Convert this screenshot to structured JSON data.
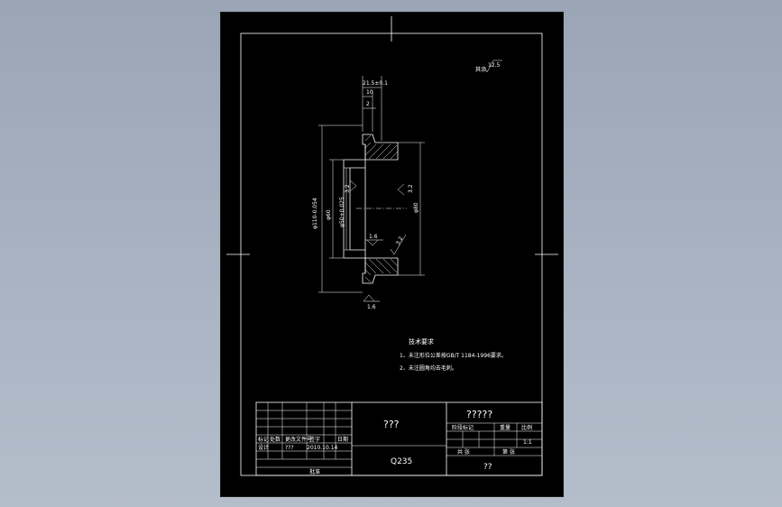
{
  "colors": {
    "background": "#9aa5b6",
    "sheet": "#000000",
    "lines": "#ffffff"
  },
  "roughness": {
    "other": "12.5",
    "r1": "3.2",
    "r2": "3.2",
    "r3": "1.6",
    "r4": "3.2",
    "r5": "1.6"
  },
  "dims": {
    "width_total": "21.5±0.1",
    "width_step": "10",
    "chamfer": "2",
    "dia_outer": "φ110-0.054",
    "dia_60": "φ60",
    "dia_bore": "φ50+0.025",
    "dia_80": "φ80"
  },
  "tech": {
    "title": "技术要求",
    "line1": "1、未注形位公差按GB/T 1184-1996要求。",
    "line2": "2、未注圆角均去毛刺。"
  },
  "title_block": {
    "part_name": "???",
    "drawing_no": "?????",
    "material": "Q235",
    "company": "??",
    "scale": "1:1",
    "date": "2010.10.14",
    "designer": "???",
    "hdr_mark": "标记",
    "hdr_count": "处数",
    "hdr_docno": "更改文件号",
    "hdr_sign": "签字",
    "hdr_date": "日期",
    "design_label": "设计",
    "approve_label": "批准",
    "stage_label": "阶段标记",
    "weight_label": "重量",
    "scale_label": "比例",
    "sheets_total": "共 张",
    "sheet_no": "第 张"
  }
}
